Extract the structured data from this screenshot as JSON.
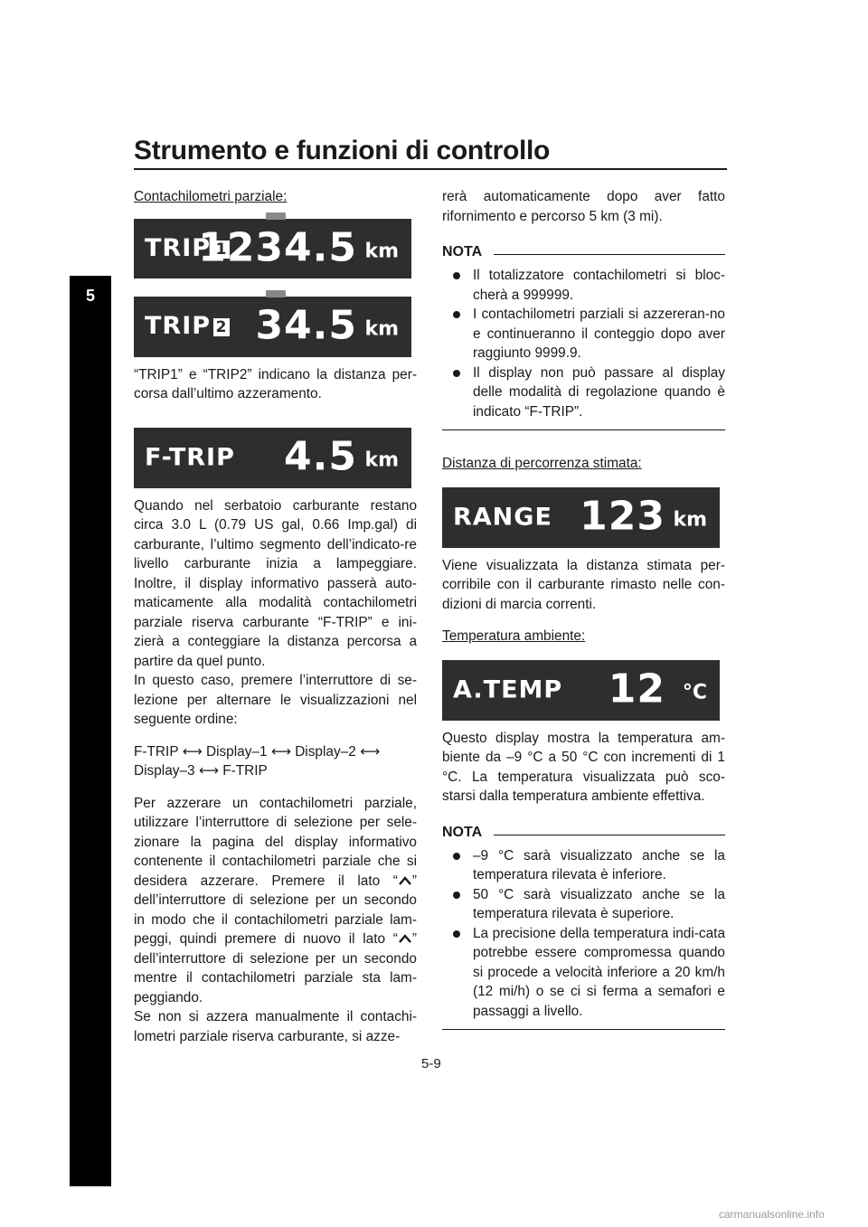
{
  "page": {
    "title": "Strumento e funzioni di controllo",
    "chapter": "5",
    "page_number": "5-9",
    "watermark": "carmanualsonline.info"
  },
  "left": {
    "heading_trip": "Contachilometri parziale:",
    "lcd_trip1": {
      "label": "TRIP",
      "num": "1",
      "value": "1234.5",
      "unit": "km"
    },
    "lcd_trip2": {
      "label": "TRIP",
      "num": "2",
      "value": "34.5",
      "unit": "km"
    },
    "para_trip": "“TRIP1” e “TRIP2” indicano la distanza per-corsa dall’ultimo azzeramento.",
    "lcd_ftrip": {
      "label": "F-TRIP",
      "value": "4.5",
      "unit": "km"
    },
    "para_fuel": "Quando nel serbatoio carburante restano circa 3.0 L (0.79 US gal, 0.66 Imp.gal) di carburante, l’ultimo segmento dell’indicato-re livello carburante inizia a lampeggiare. Inoltre, il display informativo passerà auto-maticamente alla modalità contachilometri parziale riserva carburante “F-TRIP” e ini-zierà a conteggiare la distanza percorsa a partire da quel punto.",
    "para_switch": "In questo caso, premere l’interruttore di se-lezione per alternare le visualizzazioni nel seguente ordine:",
    "sequence": {
      "a": "F-TRIP",
      "b": "Display–1",
      "c": "Display–2",
      "d": "Display–3",
      "e": "F-TRIP",
      "arrow": "⟷"
    },
    "para_reset_1": "Per azzerare un contachilometri parziale, utilizzare l’interruttore di selezione per sele-zionare la pagina del display informativo contenente il contachilometri parziale che si desidera azzerare. Premere il lato “",
    "para_reset_2": "” dell’interruttore di selezione per un secondo in modo che il contachilometri parziale lam-peggi, quindi premere di nuovo il lato “",
    "para_reset_3": "” dell’interruttore di selezione per un secondo mentre il contachilometri parziale sta lam-peggiando.",
    "para_manual": "Se non si azzera manualmente il contachi-lometri parziale riserva carburante, si azze-"
  },
  "right": {
    "para_cont": "rerà automaticamente dopo aver fatto rifornimento e percorso 5 km (3 mi).",
    "nota_label": "NOTA",
    "nota1": [
      "Il totalizzatore contachilometri si bloc-cherà a 999999.",
      "I contachilometri parziali si azzereran-no e continueranno il conteggio dopo aver raggiunto 9999.9.",
      "Il display non può passare al display delle modalità di regolazione quando è indicato “F-TRIP”."
    ],
    "heading_range": "Distanza di percorrenza stimata:",
    "lcd_range": {
      "label": "RANGE",
      "value": "123",
      "unit": "km"
    },
    "para_range": "Viene visualizzata la distanza stimata per-corribile con il carburante rimasto nelle con-dizioni di marcia correnti.",
    "heading_temp": "Temperatura ambiente:",
    "lcd_temp": {
      "label": "A.TEMP",
      "value": "12",
      "unit": "°C"
    },
    "para_temp": "Questo display mostra la temperatura am-biente da –9 °C a 50 °C con incrementi di 1 °C. La temperatura visualizzata può sco-starsi dalla temperatura ambiente effettiva.",
    "nota2": [
      "–9 °C sarà visualizzato anche se la temperatura rilevata è inferiore.",
      "50 °C sarà visualizzato anche se la temperatura rilevata è superiore.",
      "La precisione della temperatura indi-cata potrebbe essere compromessa quando si procede a velocità inferiore a 20 km/h (12 mi/h) o se ci si ferma a semafori e passaggi a livello."
    ]
  }
}
